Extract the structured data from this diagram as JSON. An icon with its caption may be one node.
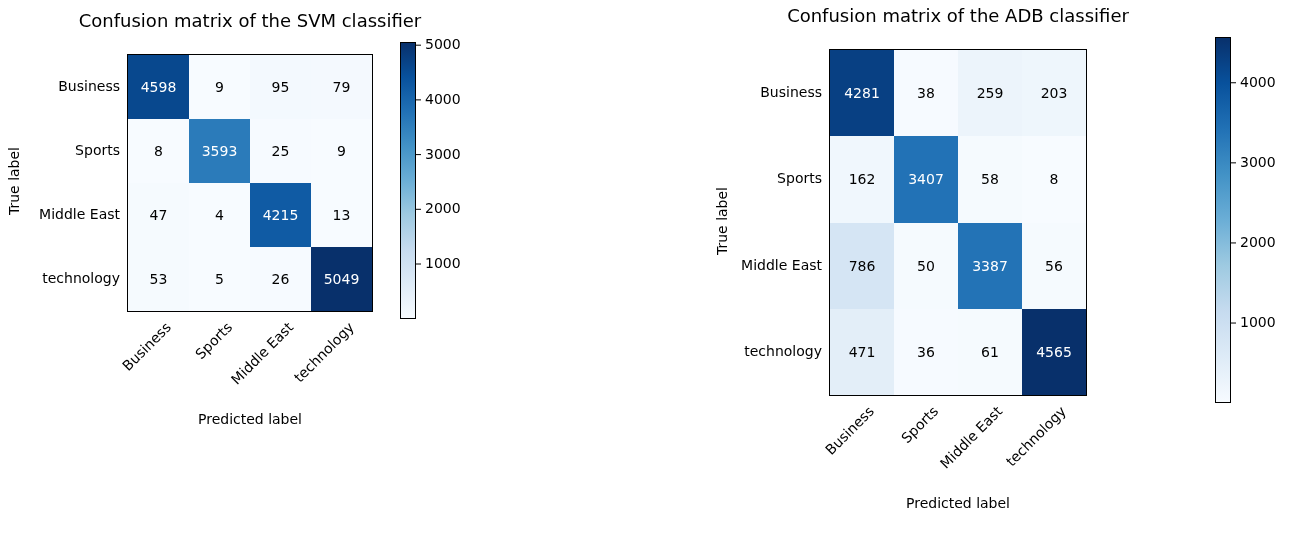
{
  "diagram": {
    "labels": [
      "Confusion matrix of the SVM classifier",
      "True label",
      "Business",
      "4598",
      "9",
      "95",
      "79",
      "Sports",
      "8",
      "3593",
      "25",
      "9",
      "Middle East",
      "47",
      "4",
      "4215",
      "13",
      "technology",
      "53",
      "5",
      "26",
      "5049",
      "5000",
      "4000",
      "3000",
      "2000",
      "1000",
      "Business",
      "Sports",
      "Middle East",
      "technology",
      "Predicted label",
      "Confusion matrix of the ADB classifier",
      "True label",
      "Business",
      "4281",
      "38",
      "259",
      "203",
      "Sports",
      "162",
      "3407",
      "58",
      "8",
      "Middle East",
      "786",
      "50",
      "3387",
      "56",
      "technology",
      "471",
      "36",
      "61",
      "4565",
      "4000",
      "3000",
      "2000",
      "1000",
      "Business",
      "Sports",
      "Middle East",
      "technology",
      "Predicted label"
    ]
  }
}
